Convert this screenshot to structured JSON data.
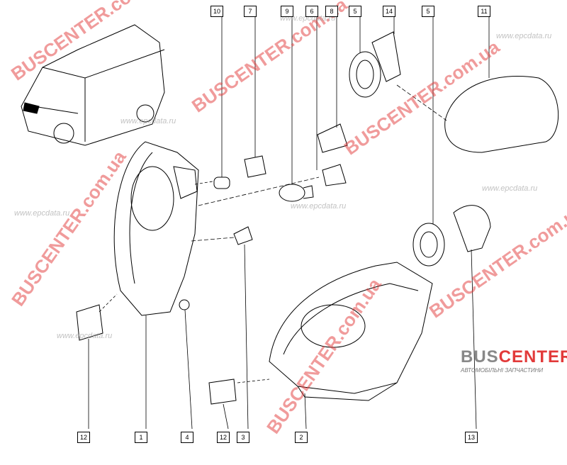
{
  "callouts_top": [
    "10",
    "7",
    "9",
    "6",
    "8",
    "5",
    "14",
    "5",
    "11"
  ],
  "callouts_bottom": [
    "12",
    "1",
    "4",
    "12",
    "3",
    "2",
    "13"
  ],
  "watermarks": {
    "brand": "BUSCENTER.com.ua",
    "site": "www.epcdata.ru"
  },
  "logo": {
    "name_a": "BUS",
    "name_b": "CENTER",
    "tagline": "АВТОМОБІЛЬНІ ЗАПЧАСТИНИ"
  },
  "colors": {
    "line": "#000000",
    "watermark": "#e23a3a"
  }
}
